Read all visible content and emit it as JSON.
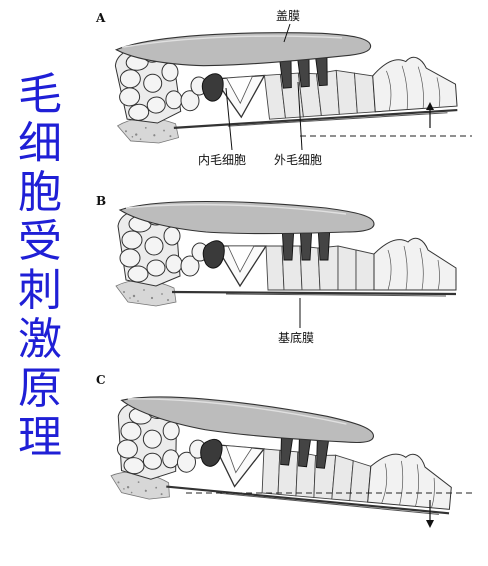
{
  "vertical_title": [
    "毛",
    "细",
    "胞",
    "受",
    "刺",
    "激",
    "原",
    "理"
  ],
  "panels": [
    {
      "letter": "A",
      "labels": {
        "tectorial": "盖膜",
        "inner_hair": "内毛细胞",
        "outer_hair": "外毛细胞"
      }
    },
    {
      "letter": "B",
      "labels": {
        "basilar": "基底膜"
      }
    },
    {
      "letter": "C",
      "labels": {}
    }
  ],
  "colors": {
    "title": "#1f1fd6",
    "membrane": "#b9b9b9",
    "hair_cell": "#3a3a3a",
    "cell_fill": "#e9e9e9"
  }
}
